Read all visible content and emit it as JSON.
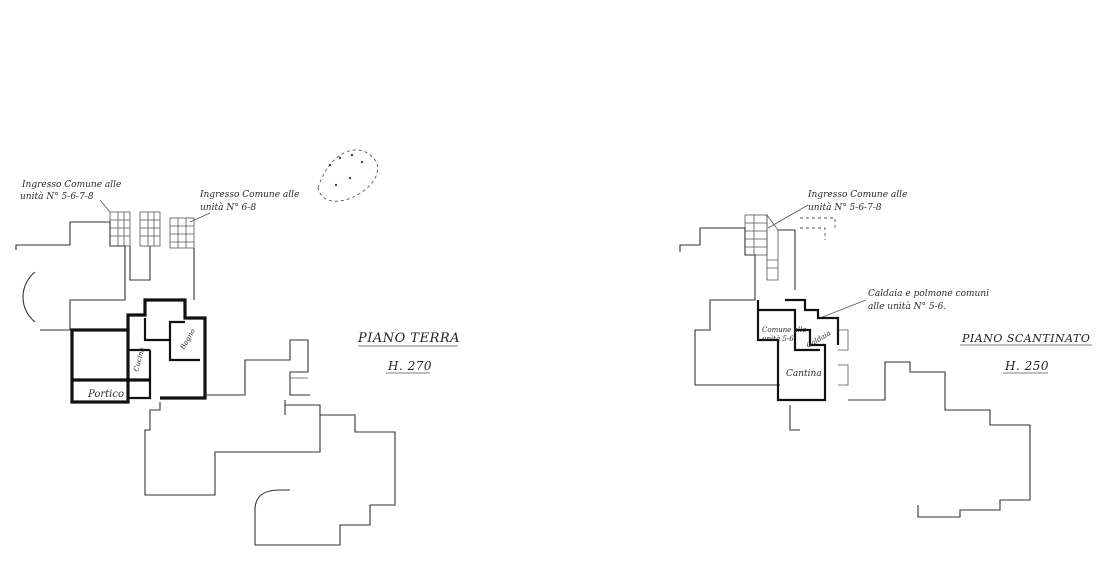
{
  "ground_floor": {
    "title": "PIANO TERRA",
    "height": "H. 270",
    "note_entrance_1_line1": "Ingresso Comune alle",
    "note_entrance_1_line2": "unità N° 5-6-7-8",
    "note_entrance_2_line1": "Ingresso Comune alle",
    "note_entrance_2_line2": "unità N° 6-8",
    "room_portico": "Portico",
    "room_cucina": "Cucina",
    "room_bagno": "Bagno"
  },
  "basement": {
    "title": "PIANO SCANTINATO",
    "height": "H. 250",
    "note_entrance_line1": "Ingresso Comune alle",
    "note_entrance_line2": "unità N° 5-6-7-8",
    "note_boiler_line1": "Caldaia e polmone comuni",
    "note_boiler_line2": "alle unità N° 5-6.",
    "room_cantina": "Cantina",
    "room_caldaia": "Caldaia",
    "room_comune_line1": "Comune alle",
    "room_comune_line2": "unità 5-6"
  }
}
